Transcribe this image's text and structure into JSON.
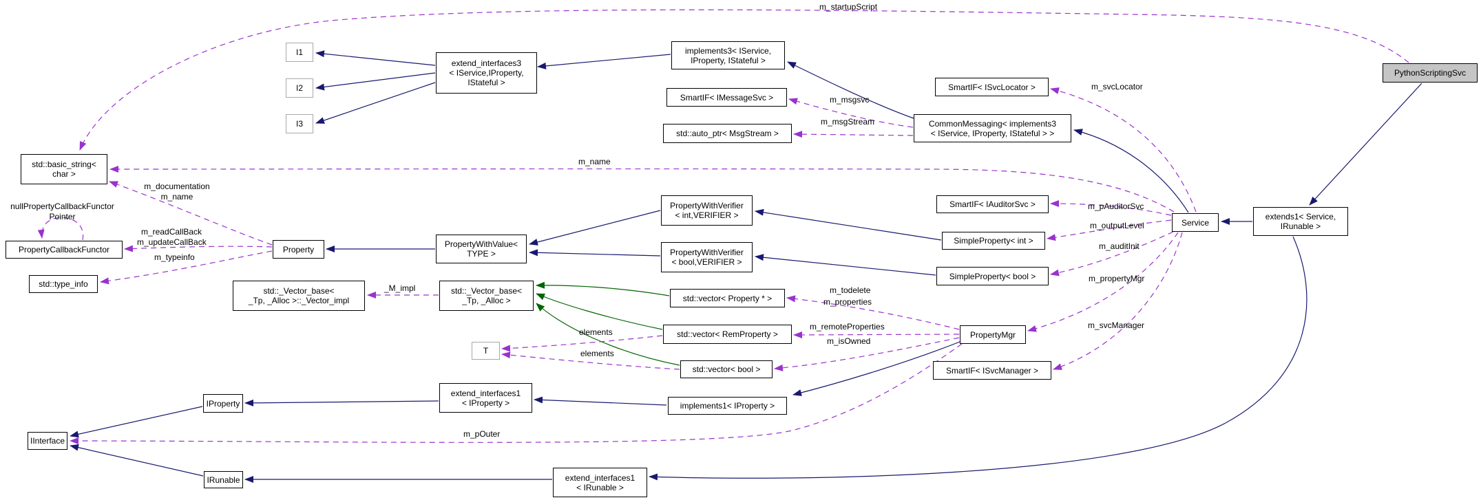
{
  "colors": {
    "inh": "#191970",
    "use": "#9a32cd",
    "tpl": "#006400",
    "nodefill": "#ffffff",
    "currentfill": "#c5c5c5"
  },
  "diagram": {
    "nodes": {
      "pss": {
        "label": "PythonScriptingSvc"
      },
      "i1": {
        "label": "I1"
      },
      "i2": {
        "label": "I2"
      },
      "i3": {
        "label": "I3"
      },
      "ext3": {
        "label": "extend_interfaces3\n< IService,IProperty,\nIStateful >"
      },
      "impl3": {
        "label": "implements3< IService,\nIProperty, IStateful >"
      },
      "smsg": {
        "label": "SmartIF< IMessageSvc >"
      },
      "aptr": {
        "label": "std::auto_ptr< MsgStream >"
      },
      "sloc": {
        "label": "SmartIF< ISvcLocator >"
      },
      "cmsg": {
        "label": "CommonMessaging< implements3\n< IService, IProperty, IStateful > >"
      },
      "bstr": {
        "label": "std::basic_string<\nchar >"
      },
      "pcf": {
        "label": "PropertyCallbackFunctor"
      },
      "tinfo": {
        "label": "std::type_info"
      },
      "prop": {
        "label": "Property"
      },
      "pwv": {
        "label": "PropertyWithValue<\nTYPE >"
      },
      "pwvint": {
        "label": "PropertyWithVerifier\n< int,VERIFIER >"
      },
      "pwvbool": {
        "label": "PropertyWithVerifier\n< bool,VERIFIER >"
      },
      "saud": {
        "label": "SmartIF< IAuditorSvc >"
      },
      "spint": {
        "label": "SimpleProperty< int >"
      },
      "spbool": {
        "label": "SimpleProperty< bool >"
      },
      "svc": {
        "label": "Service"
      },
      "ext1": {
        "label": "extends1< Service,\nIRunable >"
      },
      "vimpl": {
        "label": "std::_Vector_base<\n_Tp, _Alloc >::_Vector_impl"
      },
      "vbase": {
        "label": "std::_Vector_base<\n_Tp, _Alloc >"
      },
      "vprop": {
        "label": "std::vector< Property * >"
      },
      "vrem": {
        "label": "std::vector< RemProperty >"
      },
      "vbool": {
        "label": "std::vector< bool >"
      },
      "t": {
        "label": "T"
      },
      "pmgr": {
        "label": "PropertyMgr"
      },
      "smgr": {
        "label": "SmartIF< ISvcManager >"
      },
      "iprop": {
        "label": "IProperty"
      },
      "ei1p": {
        "label": "extend_interfaces1\n< IProperty >"
      },
      "i1p": {
        "label": "implements1< IProperty >"
      },
      "iface": {
        "label": "IInterface"
      },
      "irun": {
        "label": "IRunable"
      },
      "ei1r": {
        "label": "extend_interfaces1\n< IRunable >"
      }
    },
    "edge_labels": {
      "startupscript": "m_startupScript",
      "svclocator": "m_svcLocator",
      "msgsvc": "m_msgsvc",
      "msgstream": "m_msgStream",
      "name_long": "m_name",
      "doc_name": "m_documentation\nm_name",
      "nullpcfp": "nullPropertyCallbackFunctor\nPointer",
      "readcallback": "m_readCallBack",
      "updatecallback": "m_updateCallBack",
      "typeinfo": "m_typeinfo",
      "pauditorsvc": "m_pAuditorSvc",
      "outputlevel": "m_outputLevel",
      "auditinit": "m_auditInit",
      "propertymgr": "m_propertyMgr",
      "mimpl": "_M_impl",
      "todelete": "m_todelete",
      "properties": "m_properties",
      "remoteproperties": "m_remoteProperties",
      "isowned": "m_isOwned",
      "elements1": "elements",
      "elements2": "elements",
      "svcmanager": "m_svcManager",
      "pouter": "m_pOuter"
    }
  }
}
